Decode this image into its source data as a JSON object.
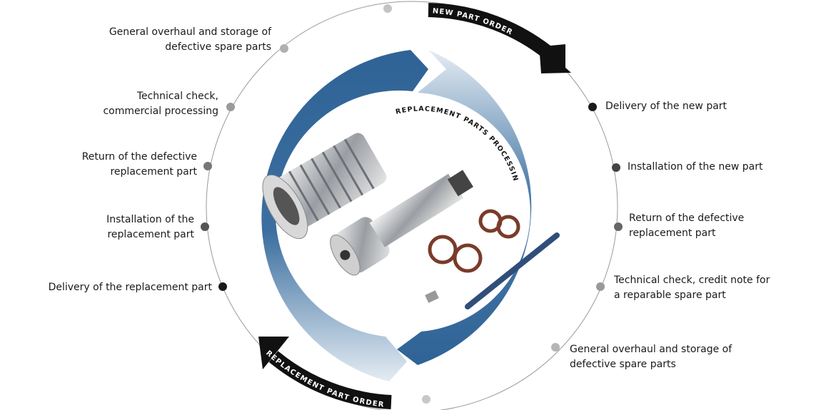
{
  "arrows": {
    "new_part_order": "NEW PART ORDER",
    "replacement_part_order": "REPLACEMENT PART ORDER"
  },
  "center": {
    "title": "REPLACEMENT PARTS PROCESSING"
  },
  "left_steps": [
    "General overhaul and storage of defective spare parts",
    "Technical check, commercial processing",
    "Return of the defective replacement part",
    "Installation of the replacement part",
    "Delivery of the replacement part"
  ],
  "right_steps": [
    "Delivery of the new part",
    "Installation of the new part",
    "Return of the defective replacement part",
    "Technical check, credit note for a reparable spare part",
    "General overhaul and storage of defective spare parts"
  ],
  "colors": {
    "ring_blue": "#2f6396",
    "ring_light": "#dbe6ef",
    "arrow": "#111111",
    "dot_dark": "#1a1a1a",
    "dot_mid": "#555555",
    "dot_light": "#b5b5b5"
  }
}
